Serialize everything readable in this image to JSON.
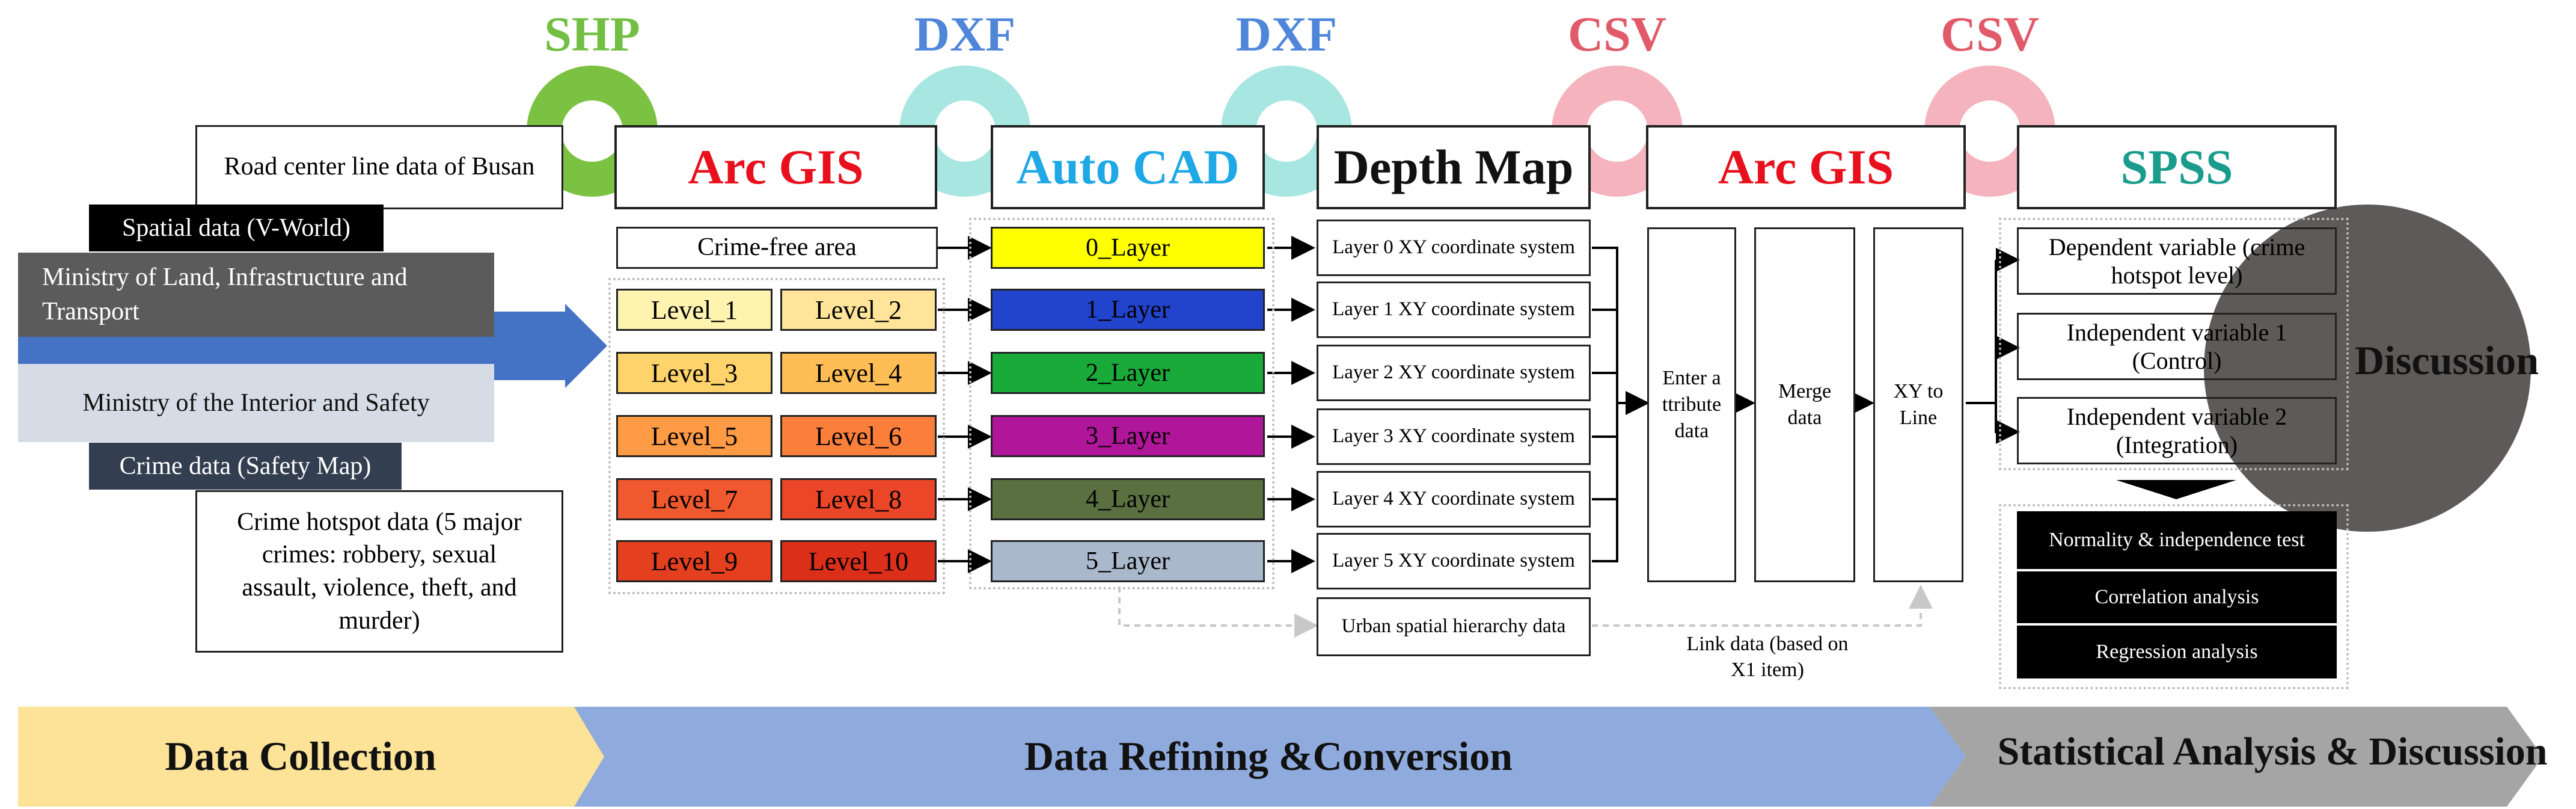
{
  "formats": [
    "SHP",
    "DXF",
    "DXF",
    "CSV",
    "CSV"
  ],
  "colors": {
    "shp": "#72bf44",
    "dxf": "#4f86d9",
    "csv": "#e05a6a",
    "ring_shp": "#7cc242",
    "ring_dxf": "#a8e6e1",
    "ring_csv": "#f4b3bd",
    "arcgis": "#e8101d",
    "autocad": "#1ea8e6",
    "spss": "#1a9c8c"
  },
  "tools": {
    "arcgis1": "Arc GIS",
    "autocad": "Auto CAD",
    "depthmap": "Depth Map",
    "arcgis2": "Arc GIS",
    "spss": "SPSS"
  },
  "collection": {
    "road": "Road center line data of Busan",
    "spatial_label": "Spatial data (V-World)",
    "ministry_land": "Ministry of Land, Infrastructure and Transport",
    "ministry_interior": "Ministry of the Interior and Safety",
    "crime_label": "Crime data (Safety Map)",
    "hotspot": "Crime hotspot data (5 major crimes: robbery, sexual assault, violence, theft, and murder)"
  },
  "arcgis_stage": {
    "crime_free": "Crime-free area",
    "levels": [
      "Level_1",
      "Level_2",
      "Level_3",
      "Level_4",
      "Level_5",
      "Level_6",
      "Level_7",
      "Level_8",
      "Level_9",
      "Level_10"
    ],
    "level_colors": [
      "#fff3b0",
      "#ffe49a",
      "#ffd36b",
      "#ffbe55",
      "#ff9b45",
      "#fb7f3a",
      "#f0582e",
      "#ea4627",
      "#e4401f",
      "#dc2f1a"
    ]
  },
  "autocad_stage": {
    "layers": [
      "0_Layer",
      "1_Layer",
      "2_Layer",
      "3_Layer",
      "4_Layer",
      "5_Layer"
    ],
    "layer_colors": [
      "#ffff00",
      "#2244cc",
      "#1aaa3a",
      "#b0169a",
      "#5a7040",
      "#aab8cc"
    ]
  },
  "depthmap_stage": {
    "layers": [
      "Layer 0 XY coordinate system",
      "Layer 1 XY coordinate system",
      "Layer 2 XY coordinate system",
      "Layer 3 XY coordinate system",
      "Layer 4 XY coordinate system",
      "Layer 5 XY coordinate system"
    ],
    "urban": "Urban spatial hierarchy data"
  },
  "arcgis2_stage": {
    "enter": "Enter attribute data",
    "merge": "Merge data",
    "xy": "XY to Line",
    "link": "Link data (based on X1 item)"
  },
  "spss_stage": {
    "dependent": "Dependent variable (crime hotspot level)",
    "independent1": "Independent variable 1 (Control)",
    "independent2": "Independent variable 2 (Integration)",
    "normality": "Normality & independence test",
    "correlation": "Correlation analysis",
    "regression": "Regression analysis",
    "discussion": "Discussion"
  },
  "stages": {
    "collection": "Data Collection",
    "refining": "Data Refining &Conversion",
    "statistical": "Statistical Analysis & Discussion"
  }
}
